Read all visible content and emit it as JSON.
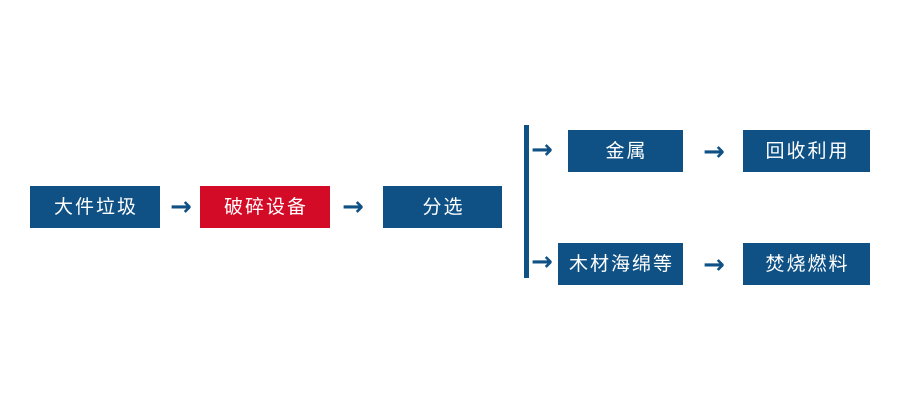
{
  "diagram": {
    "type": "process-flowchart",
    "orientation": "left-to-right",
    "background_color": "#ffffff",
    "colors": {
      "node_default": "#0f5184",
      "node_highlight": "#d40b26",
      "node_text": "#ffffff",
      "connector": "#0f5184"
    },
    "main_chain": [
      {
        "id": "bulky-waste",
        "label": "大件垃圾",
        "style": "blue"
      },
      {
        "id": "crusher-equipment",
        "label": "破碎设备",
        "style": "red"
      },
      {
        "id": "sorting",
        "label": "分选",
        "style": "blue"
      }
    ],
    "branches": [
      {
        "id": "metal-branch",
        "position": "top",
        "steps": [
          {
            "id": "metal",
            "label": "金属",
            "style": "blue"
          },
          {
            "id": "recycling-reuse",
            "label": "回收利用",
            "style": "blue"
          }
        ]
      },
      {
        "id": "combustible-branch",
        "position": "bottom",
        "steps": [
          {
            "id": "wood-sponge-etc",
            "label": "木材海绵等",
            "style": "blue"
          },
          {
            "id": "incineration-fuel",
            "label": "焚烧燃料",
            "style": "blue"
          }
        ]
      }
    ],
    "arrows": {
      "glyph": "→",
      "branch_glyph": "→"
    }
  }
}
